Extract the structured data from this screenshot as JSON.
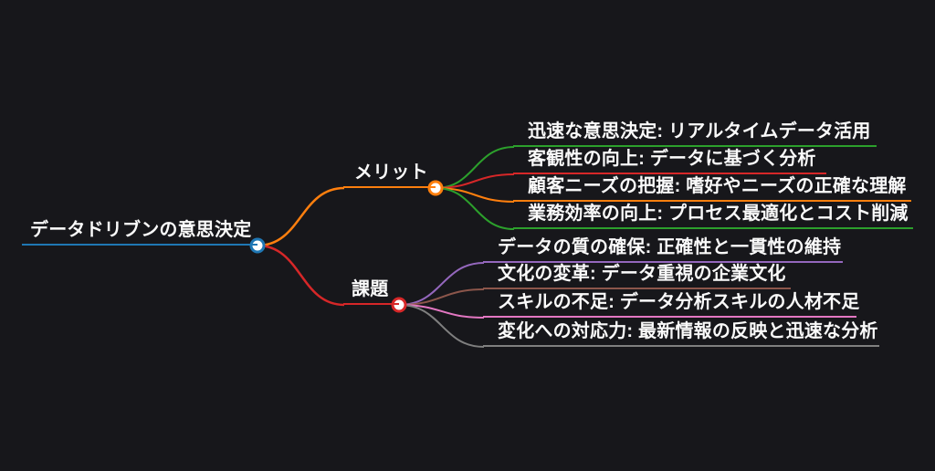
{
  "canvas": {
    "background": "#17171b",
    "text_color": "#fafafa"
  },
  "mindmap": {
    "root": {
      "label": "データドリブンの意思決定",
      "color": "#1f77b4"
    },
    "branches": [
      {
        "label": "メリット",
        "color": "#ff7f0e",
        "children": [
          {
            "label": "迅速な意思決定: リアルタイムデータ活用",
            "color": "#2ca02c"
          },
          {
            "label": "客観性の向上: データに基づく分析",
            "color": "#d62728"
          },
          {
            "label": "顧客ニーズの把握: 嗜好やニーズの正確な理解",
            "color": "#ff7f0e"
          },
          {
            "label": "業務効率の向上: プロセス最適化とコスト削減",
            "color": "#2ca02c"
          }
        ]
      },
      {
        "label": "課題",
        "color": "#d62728",
        "children": [
          {
            "label": "データの質の確保: 正確性と一貫性の維持",
            "color": "#9467bd"
          },
          {
            "label": "文化の変革: データ重視の企業文化",
            "color": "#8c564b"
          },
          {
            "label": "スキルの不足: データ分析スキルの人材不足",
            "color": "#e377c2"
          },
          {
            "label": "変化への対応力: 最新情報の反映と迅速な分析",
            "color": "#7f7f7f"
          }
        ]
      }
    ]
  }
}
